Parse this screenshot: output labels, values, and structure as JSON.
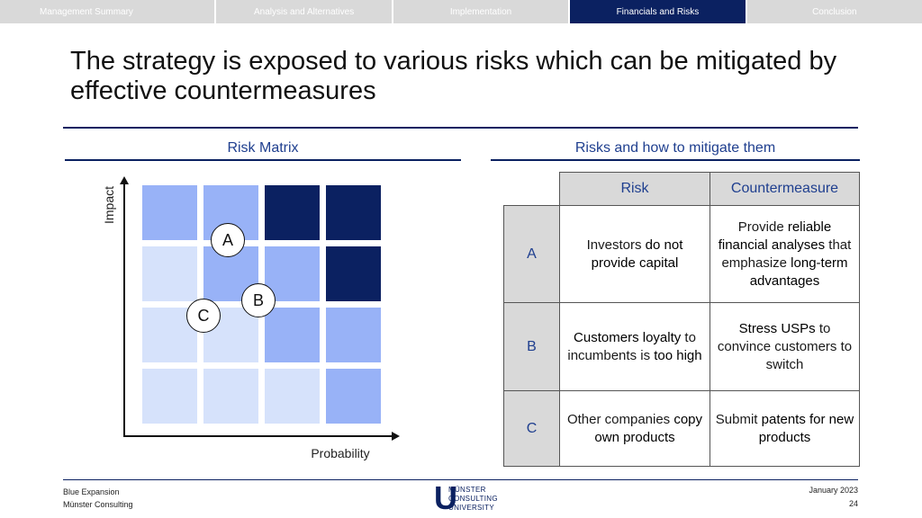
{
  "nav": {
    "tabs": [
      {
        "label": "Management Summary"
      },
      {
        "label": "Analysis and Alternatives"
      },
      {
        "label": "Implementation"
      },
      {
        "label": "Financials and Risks"
      },
      {
        "label": "Conclusion"
      }
    ],
    "active_index": 3
  },
  "title": "The strategy is exposed to various risks which can be mitigated by effective countermeasures",
  "matrix": {
    "heading": "Risk Matrix",
    "y_label": "Impact",
    "x_label": "Probability",
    "colors": {
      "light": "#d6e2fb",
      "medium": "#98b2f7",
      "dark": "#0b2161"
    },
    "markers": [
      {
        "label": "A"
      },
      {
        "label": "B"
      },
      {
        "label": "C"
      }
    ]
  },
  "table": {
    "heading": "Risks and how to mitigate them",
    "col_risk": "Risk",
    "col_counter": "Countermeasure",
    "rows": [
      {
        "id": "A",
        "risk": [
          {
            "t": "Investors "
          },
          {
            "t": "do not provide capital",
            "b": true
          }
        ],
        "counter": [
          {
            "t": "Provide "
          },
          {
            "t": "reliable financial analyses",
            "b": true
          },
          {
            "t": " that emphasize "
          },
          {
            "t": "long-term advantages",
            "b": true
          }
        ]
      },
      {
        "id": "B",
        "risk": [
          {
            "t": "Customers loyalty",
            "b": true
          },
          {
            "t": " to incumbents is "
          },
          {
            "t": "too high",
            "b": true
          }
        ],
        "counter": [
          {
            "t": "Stress USPs",
            "b": true
          },
          {
            "t": " to convince customers to switch"
          }
        ]
      },
      {
        "id": "C",
        "risk": [
          {
            "t": "Other companies "
          },
          {
            "t": "copy own products",
            "b": true
          }
        ],
        "counter": [
          {
            "t": "Submit "
          },
          {
            "t": "patents for new products",
            "b": true
          }
        ]
      }
    ]
  },
  "footer": {
    "left_line1": "Blue Expansion",
    "left_line2": "Münster Consulting",
    "date": "January 2023",
    "page": "24",
    "logo_letter": "U",
    "logo_words": [
      "MÜNSTER",
      "CONSULTING",
      "UNIVERSITY"
    ]
  }
}
